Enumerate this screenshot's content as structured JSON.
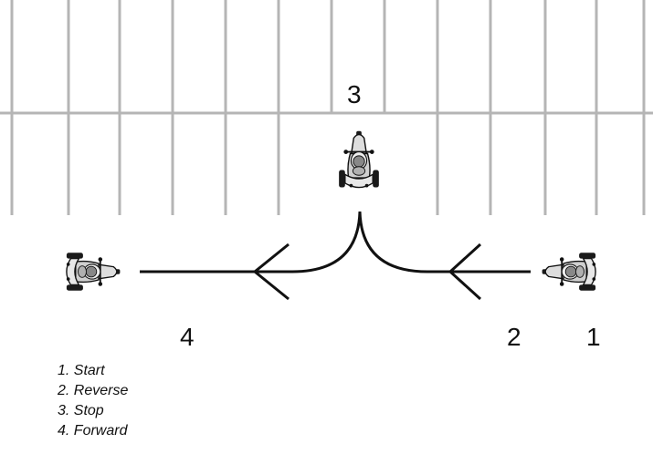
{
  "diagram": {
    "step_markers": {
      "stop": "3",
      "forward": "4",
      "reverse": "2",
      "start": "1"
    },
    "legend": [
      "1. Start",
      "2. Reverse",
      "3. Stop",
      "4. Forward"
    ],
    "colors": {
      "parking_lines": "#b5b5b5",
      "path": "#111111",
      "vehicle_body": "#cfcfcf",
      "rider": "#888888",
      "wheels": "#1a1a1a"
    },
    "icons": {
      "vehicle": "three-wheel-motorcycle-icon"
    }
  }
}
